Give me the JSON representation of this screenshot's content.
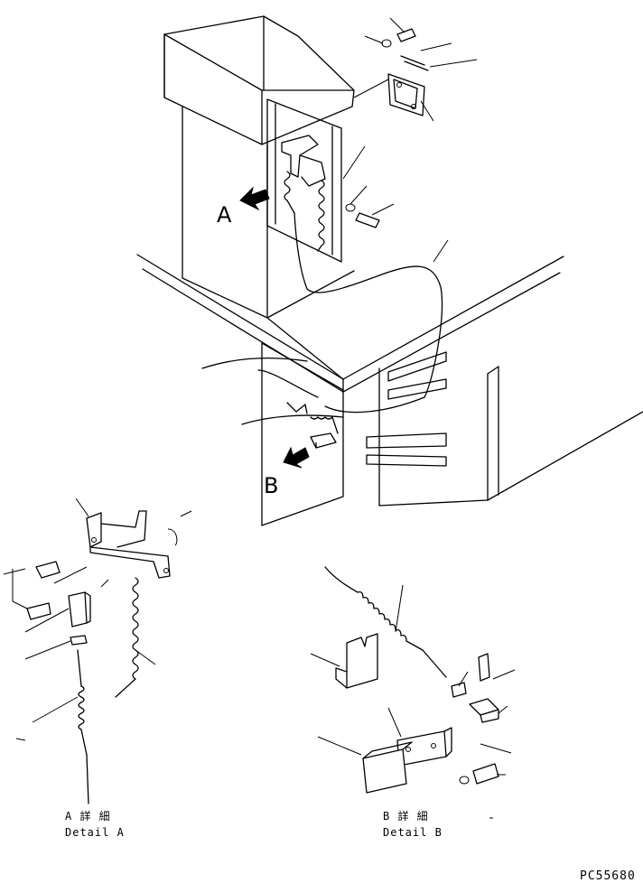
{
  "labels": {
    "view_a": "A",
    "view_b": "B"
  },
  "captions": {
    "detail_a_jp": "A 詳 細",
    "detail_a_en": "Detail A",
    "detail_b_jp": "B 詳 細",
    "detail_b_en": "Detail B"
  },
  "drawing_code": "PC55680",
  "colors": {
    "line": "#000000",
    "background": "#ffffff"
  },
  "icons": [
    "arrow-a-icon",
    "arrow-b-icon"
  ]
}
